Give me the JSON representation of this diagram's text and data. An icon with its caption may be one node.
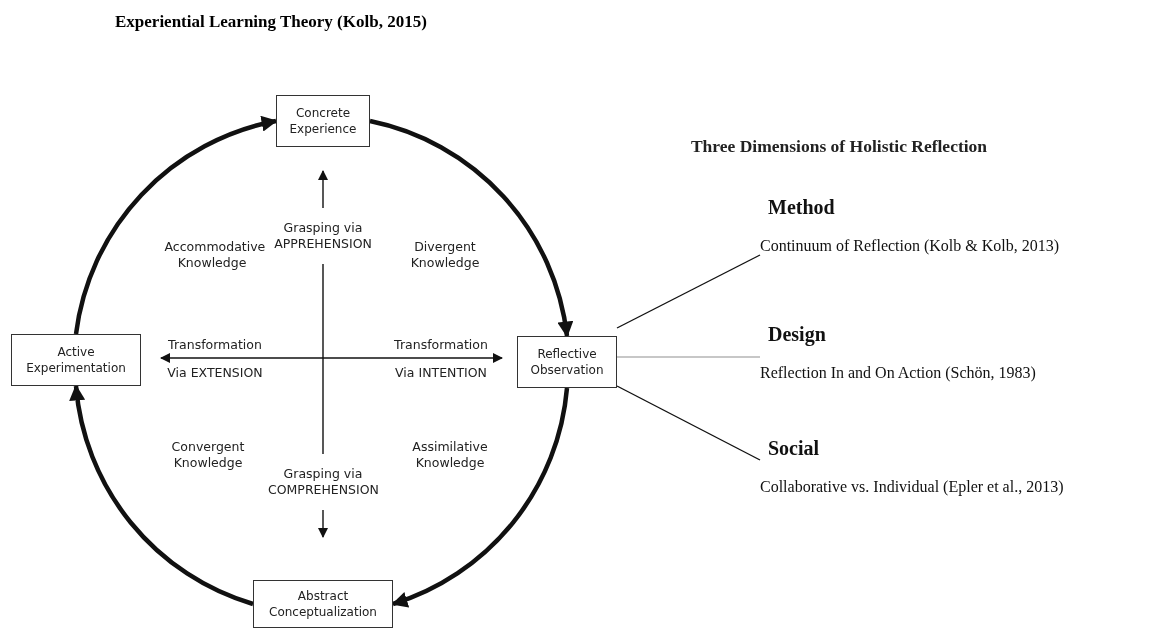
{
  "diagram": {
    "title": "Experiential Learning Theory (Kolb, 2015)",
    "nodes": [
      {
        "text": [
          "Concrete Experience"
        ]
      },
      {
        "text": [
          "Reflective Observation"
        ]
      },
      {
        "text": [
          "Abstract Conceptualization"
        ]
      },
      {
        "text": [
          "Active Experimentation"
        ]
      },
      {
        "text": [
          "Method",
          "Continuum of Reflection (Kolb & Kolb, 2013)"
        ]
      },
      {
        "text": [
          "Design",
          "Reflection In and On Action (Schön, 1983)"
        ]
      },
      {
        "text": [
          "Social",
          "Collaborative vs. Individual (Epler et al., 2013)"
        ]
      }
    ],
    "edges": [
      {
        "from": 0,
        "to": 1,
        "arrow": "to",
        "style": "thick"
      },
      {
        "from": 1,
        "to": 2,
        "arrow": "to",
        "style": "thick"
      },
      {
        "from": 2,
        "to": 3,
        "arrow": "to",
        "style": "thick"
      },
      {
        "from": 3,
        "to": 0,
        "arrow": "to",
        "style": "thick"
      },
      {
        "from": 1,
        "to": 4,
        "arrow": "none"
      },
      {
        "from": 1,
        "to": 5,
        "arrow": "none",
        "color": "#b4b4b4"
      },
      {
        "from": 1,
        "to": 6,
        "arrow": "none"
      },
      {
        "from": 1,
        "to": 3,
        "arrow": "both"
      },
      {
        "from": 0,
        "to": 2,
        "arrow": "both"
      }
    ],
    "labels": [
      "Three Dimensions of Holistic Reflection",
      "Accommodative Knowledge",
      "Grasping via APPREHENSION",
      "Divergent Knowledge",
      "Transformation",
      "Transformation",
      "Via EXTENSION",
      "Via INTENTION",
      "Convergent Knowledge",
      "Assimilative Knowledge",
      "Grasping via COMPREHENSION"
    ]
  }
}
